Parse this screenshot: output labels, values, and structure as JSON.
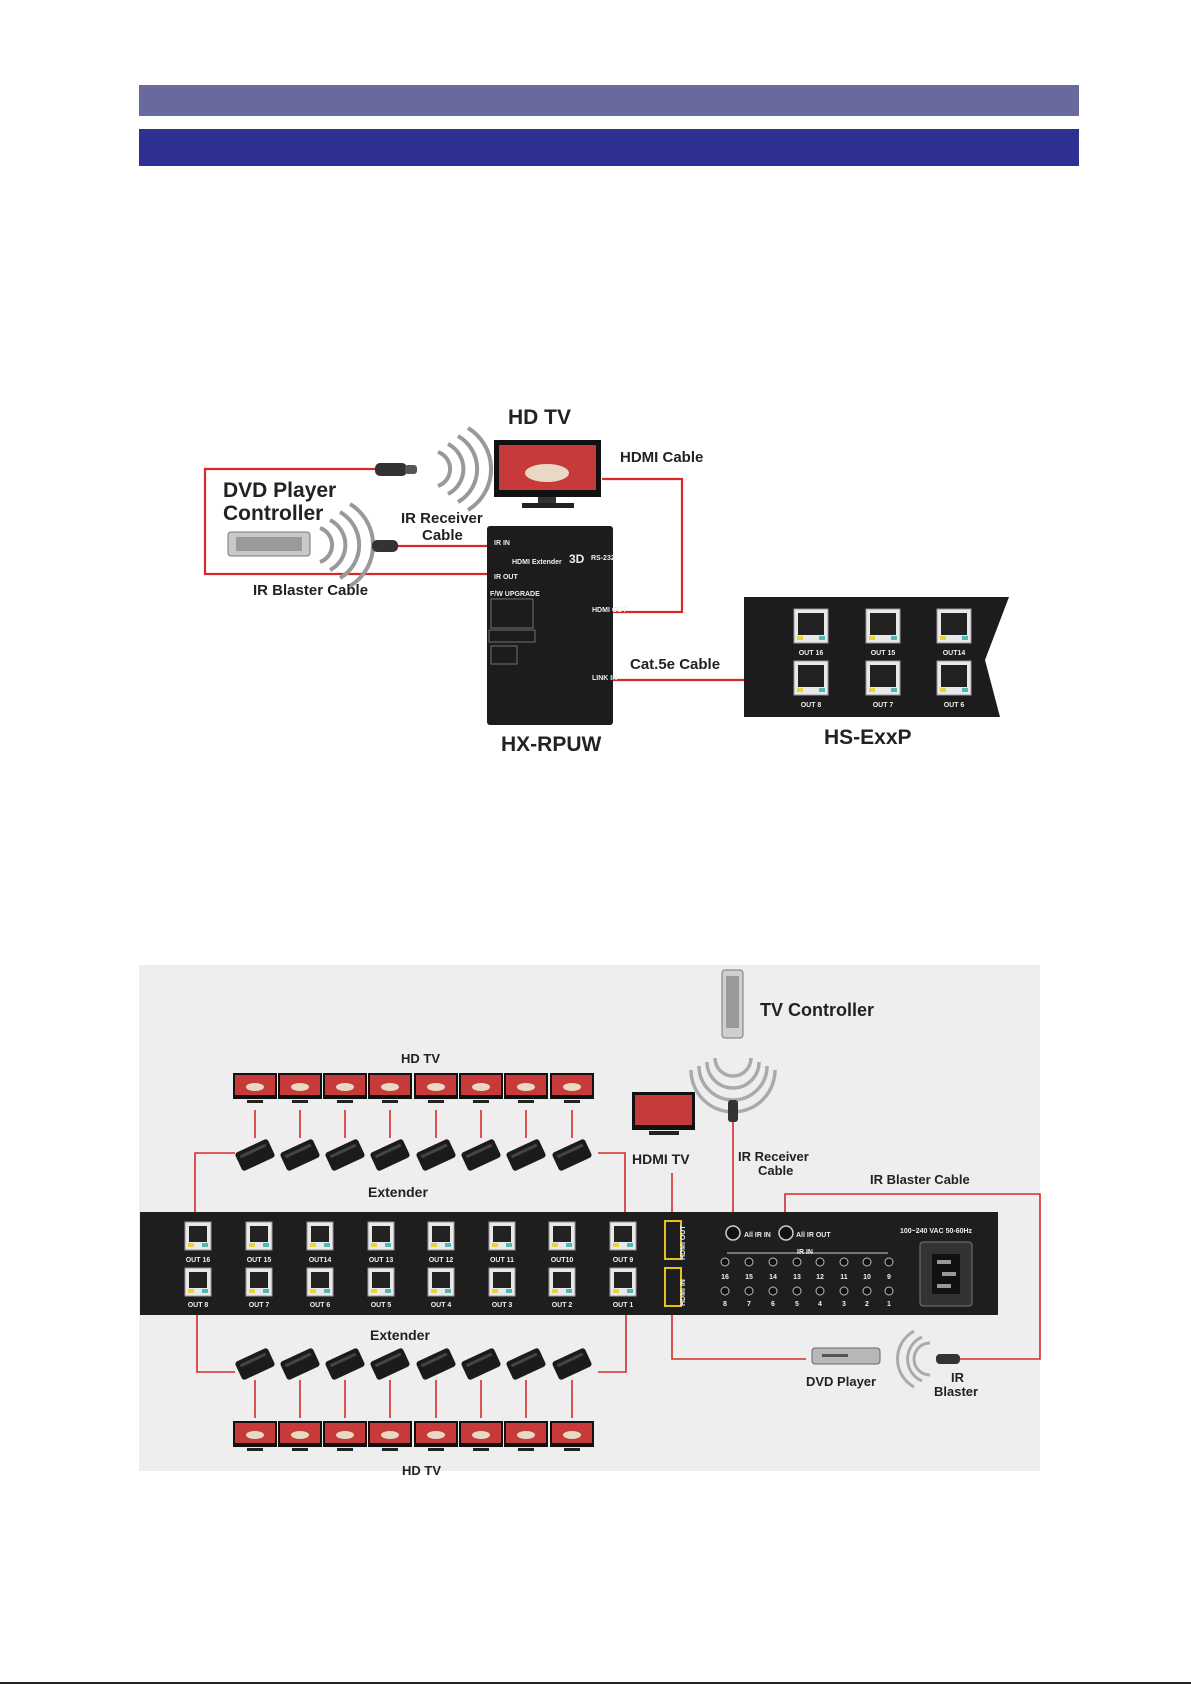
{
  "diagram1": {
    "labels": {
      "hd_tv": "HD TV",
      "hdmi_cable": "HDMI Cable",
      "dvd_controller_line1": "DVD Player",
      "dvd_controller_line2": "Controller",
      "ir_receiver_line1": "IR Receiver",
      "ir_receiver_line2": "Cable",
      "ir_blaster_cable": "IR Blaster Cable",
      "cat5e_cable": "Cat.5e Cable",
      "hx_rpuw": "HX-RPUW",
      "hs_exxp": "HS-ExxP"
    },
    "device_text": {
      "ir_in": "IR IN",
      "ir_out": "IR OUT",
      "hdmi_extender": "HDMI Extender",
      "three_d": "3D",
      "rs232": "RS-232",
      "fw_upgrade": "F/W UPGRADE",
      "hdmi_out": "HDMI OUT",
      "link_in": "LINK IN"
    },
    "ports": {
      "top": [
        "OUT 16",
        "OUT 15",
        "OUT14"
      ],
      "bottom": [
        "OUT 8",
        "OUT 7",
        "OUT 6"
      ]
    }
  },
  "diagram2": {
    "labels": {
      "tv_controller": "TV Controller",
      "hd_tv_top": "HD TV",
      "hd_tv_bottom": "HD TV",
      "hdmi_tv": "HDMI TV",
      "ir_receiver_line1": "IR Receiver",
      "ir_receiver_line2": "Cable",
      "ir_blaster_cable": "IR Blaster Cable",
      "extender_top": "Extender",
      "extender_bottom": "Extender",
      "dvd_player": "DVD Player",
      "ir_blaster_line1": "IR",
      "ir_blaster_line2": "Blaster"
    },
    "panel": {
      "ports_top": [
        "OUT 16",
        "OUT 15",
        "OUT14",
        "OUT 13",
        "OUT 12",
        "OUT 11",
        "OUT10",
        "OUT 9"
      ],
      "ports_bottom": [
        "OUT 8",
        "OUT 7",
        "OUT 6",
        "OUT 5",
        "OUT 4",
        "OUT 3",
        "OUT 2",
        "OUT 1"
      ],
      "hdmi_out": "HDMI OUT",
      "hdmi_in": "HDMI IN",
      "all_ir_in": "All IR IN",
      "all_ir_out": "All IR OUT",
      "ir_in": "IR IN",
      "ir_numbers_top": [
        "16",
        "15",
        "14",
        "13",
        "12",
        "11",
        "10",
        "9"
      ],
      "ir_numbers_bottom": [
        "8",
        "7",
        "6",
        "5",
        "4",
        "3",
        "2",
        "1"
      ],
      "power": "100~240 VAC 50-60Hz"
    }
  },
  "colors": {
    "header_light": "#68699d",
    "header_dark": "#2f3192",
    "cable_red": "#d62a2a",
    "device_black": "#1c1c1c",
    "panel_bg": "#eeeeee"
  }
}
